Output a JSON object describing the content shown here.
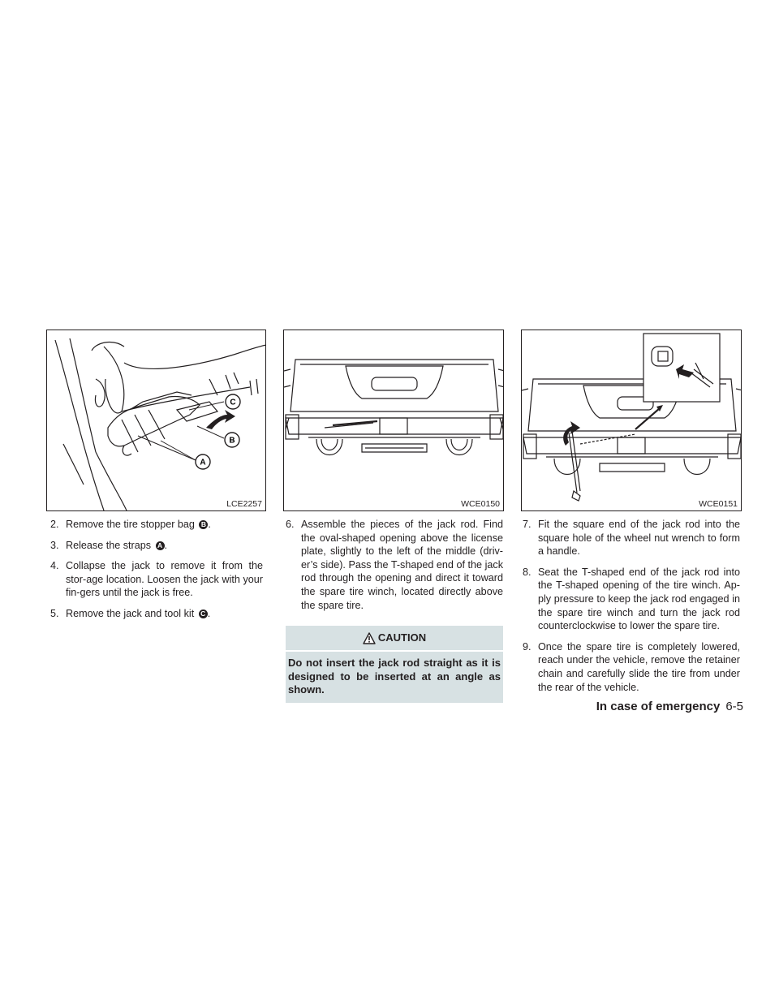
{
  "figures": [
    {
      "code": "LCE2257",
      "labels": {
        "a": "A",
        "b": "B",
        "c": "C"
      }
    },
    {
      "code": "WCE0150"
    },
    {
      "code": "WCE0151"
    }
  ],
  "column1": {
    "steps": [
      {
        "num": "2.",
        "text": "Remove the tire stopper bag",
        "callout": "B",
        "end": "."
      },
      {
        "num": "3.",
        "text": "Release the straps",
        "callout": "A",
        "end": "."
      },
      {
        "num": "4.",
        "text": "Collapse the jack to remove it from the stor-age location. Loosen the jack with your fin-gers until the jack is free."
      },
      {
        "num": "5.",
        "text": "Remove the jack and tool kit",
        "callout": "C",
        "end": "."
      }
    ]
  },
  "column2": {
    "steps": [
      {
        "num": "6.",
        "text": "Assemble the pieces of the jack rod. Find the oval-shaped opening above the license plate, slightly to the left of the middle (driv-er’s side). Pass the T-shaped end of the jack rod through the opening and direct it toward the spare tire winch, located directly above the spare tire."
      }
    ],
    "caution": {
      "title": "CAUTION",
      "text": "Do not insert the jack rod straight as it is designed to be inserted at an angle as shown."
    }
  },
  "column3": {
    "steps": [
      {
        "num": "7.",
        "text": "Fit the square end of the jack rod into the square hole of the wheel nut wrench to form a handle."
      },
      {
        "num": "8.",
        "text": "Seat the T-shaped end of the jack rod into the T-shaped opening of the tire winch. Ap-ply pressure to keep the jack rod engaged in the spare tire winch and turn the jack rod counterclockwise to lower the spare tire."
      },
      {
        "num": "9.",
        "text": "Once the spare tire is completely lowered, reach under the vehicle, remove the retainer chain and carefully slide the tire from under the rear of the vehicle."
      }
    ]
  },
  "footer": {
    "section": "In case of emergency",
    "page": "6-5"
  }
}
